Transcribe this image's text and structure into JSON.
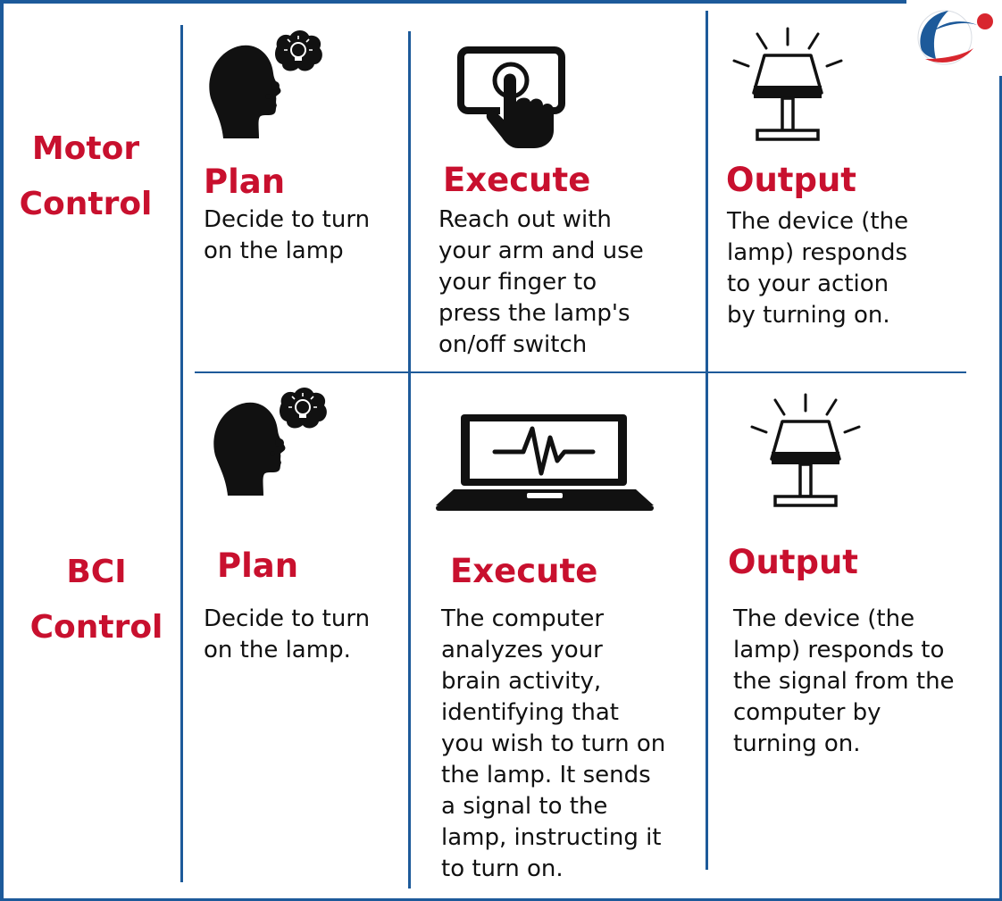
{
  "rows": [
    {
      "label_line1": "Motor",
      "label_line2": "Control"
    },
    {
      "label_line1": "BCI",
      "label_line2": "Control"
    }
  ],
  "cells": {
    "motor_plan": {
      "heading": "Plan",
      "text": "Decide to turn\non the lamp"
    },
    "motor_execute": {
      "heading": "Execute",
      "text": "Reach out with\nyour arm and use\nyour finger to\npress the lamp's\non/off switch"
    },
    "motor_output": {
      "heading": "Output",
      "text": "The device (the\nlamp) responds\nto your action\nby turning on."
    },
    "bci_plan": {
      "heading": "Plan",
      "text": "Decide to turn\non the lamp."
    },
    "bci_execute": {
      "heading": "Execute",
      "text": "The computer\nanalyzes your\nbrain activity,\nidentifying that\nyou wish to turn on\nthe lamp. It sends\na signal to the\nlamp, instructing it\nto turn on."
    },
    "bci_output": {
      "heading": "Output",
      "text": "The device (the\nlamp) responds to\nthe signal from the\ncomputer by\nturning on."
    }
  },
  "icons": {
    "motor_plan": "head-thinking-lightbulb-icon",
    "motor_execute": "touch-screen-icon",
    "motor_output": "lamp-on-icon",
    "bci_plan": "head-thinking-lightbulb-icon",
    "bci_execute": "laptop-heartbeat-icon",
    "bci_output": "lamp-on-icon",
    "logo": "globe-logo-icon"
  },
  "colors": {
    "heading": "#c8102e",
    "grid": "#1d5a9a",
    "text": "#111111",
    "logo_blue": "#1d5a9a",
    "logo_red": "#d8262e"
  }
}
